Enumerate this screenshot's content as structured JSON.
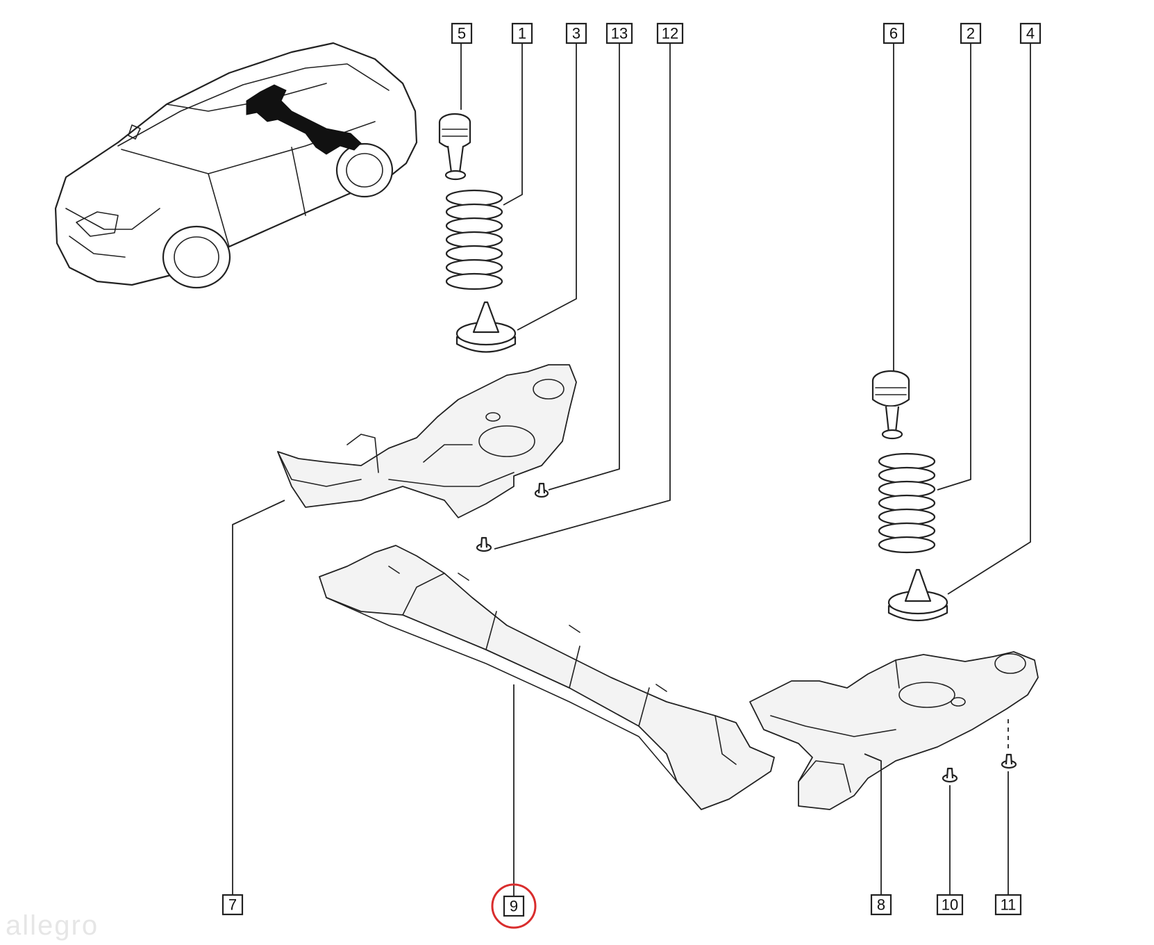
{
  "callouts": [
    {
      "id": "c5",
      "label": "5"
    },
    {
      "id": "c1",
      "label": "1"
    },
    {
      "id": "c3",
      "label": "3"
    },
    {
      "id": "c13",
      "label": "13"
    },
    {
      "id": "c12",
      "label": "12"
    },
    {
      "id": "c6",
      "label": "6"
    },
    {
      "id": "c2",
      "label": "2"
    },
    {
      "id": "c4",
      "label": "4"
    },
    {
      "id": "c7",
      "label": "7"
    },
    {
      "id": "c9",
      "label": "9"
    },
    {
      "id": "c8",
      "label": "8"
    },
    {
      "id": "c10",
      "label": "10"
    },
    {
      "id": "c11",
      "label": "11"
    }
  ],
  "highlight": {
    "callout": "9",
    "color": "#d92d2d"
  },
  "watermark": "allegro"
}
